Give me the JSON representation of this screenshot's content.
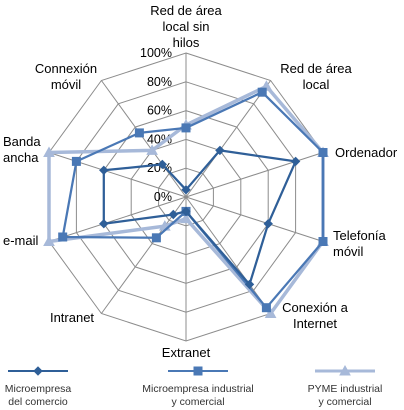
{
  "chart_data": {
    "type": "radar",
    "title": "",
    "categories": [
      "Red de área local sin hilos",
      "Red de área local",
      "Ordenador",
      "Telefonía móvil",
      "Conexión a Internet",
      "Extranet",
      "Intranet",
      "e-mail",
      "Banda ancha",
      "Connexión móvil"
    ],
    "radial_ticks": [
      "0%",
      "20%",
      "40%",
      "60%",
      "80%",
      "100%"
    ],
    "rlim": [
      0,
      100
    ],
    "grid": true,
    "legend_position": "bottom",
    "series": [
      {
        "name": "Microempresa del comercio",
        "color": "#2f5f98",
        "marker": "diamond",
        "values": [
          5,
          40,
          80,
          60,
          75,
          10,
          15,
          60,
          60,
          28
        ]
      },
      {
        "name": "Microempresa industrial y comercial",
        "color": "#4a78b5",
        "marker": "square",
        "values": [
          48,
          90,
          100,
          100,
          95,
          10,
          35,
          90,
          80,
          55
        ]
      },
      {
        "name": "PYME industrial y comercial",
        "color": "#a7b9d9",
        "marker": "triangle",
        "values": [
          50,
          95,
          100,
          100,
          100,
          15,
          25,
          100,
          100,
          40
        ]
      }
    ]
  }
}
